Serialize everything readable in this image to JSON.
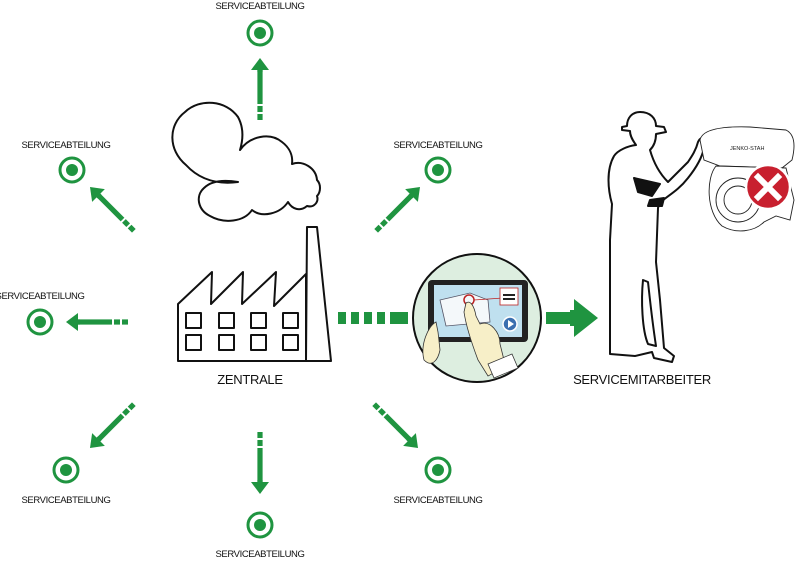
{
  "colors": {
    "accent_green": "#1f9440",
    "alert_red": "#c8202f",
    "tablet_bg": "#ddeee0",
    "outline": "#111111"
  },
  "center": {
    "label": "ZENTRALE",
    "icon": "factory-icon"
  },
  "service_departments": [
    {
      "position": "top",
      "label": "SERVICEABTEILUNG"
    },
    {
      "position": "top-left",
      "label": "SERVICEABTEILUNG"
    },
    {
      "position": "top-right",
      "label": "SERVICEABTEILUNG"
    },
    {
      "position": "left",
      "label": "SERVICEABTEILUNG"
    },
    {
      "position": "bottom-left",
      "label": "SERVICEABTEILUNG"
    },
    {
      "position": "bottom",
      "label": "SERVICEABTEILUNG"
    },
    {
      "position": "bottom-right",
      "label": "SERVICEABTEILUNG"
    }
  ],
  "tablet": {
    "icon": "tablet-icon",
    "description": "Hands operating tablet with machine diagram"
  },
  "worker": {
    "label": "SERVICEMITARBEITER",
    "icon": "service-worker-icon",
    "machine_icon": "engine-icon",
    "status_icon": "error-x-icon"
  }
}
